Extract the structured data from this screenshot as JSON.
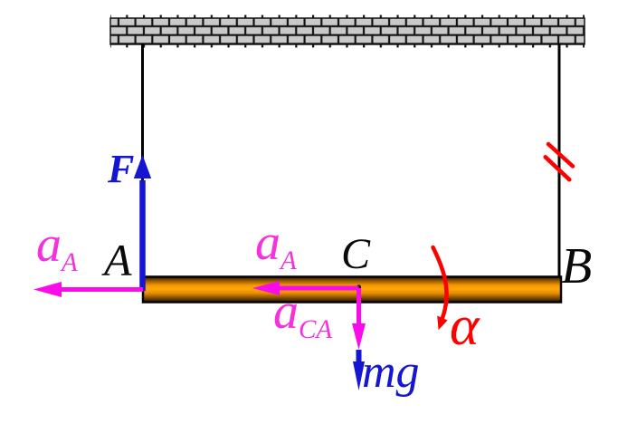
{
  "figure": {
    "description": "Free-body diagram: a uniform rod AB hanging horizontally from a brick ceiling by two vertical strings; the right string is cut (red slash marks); vectors show force F up at A, weight mg down at center C, accelerations a_A (left) at A and C, relative acceleration a_CA down at C, and angular acceleration alpha (red curved arrow) near B side",
    "labels": {
      "force": "F",
      "point_a": "A",
      "point_c": "C",
      "point_b": "B",
      "accel_base": "a",
      "accel_sub_a": "A",
      "accel_sub_ca": "CA",
      "weight": "mg",
      "angular_acceleration": "α"
    },
    "icons": {
      "ceiling": "brick-hatch-ceiling",
      "cut_marks": "double-red-slash-on-string",
      "alpha_arrow": "curved-clockwise-arrow"
    },
    "colors": {
      "background": "#ffffff",
      "outline": "#000000",
      "brick_fill": "#c9c9c9",
      "rod_orange": "#ffa10a",
      "force_blue": "#1616d2",
      "accel_magenta": "#fa0cea",
      "accel_label_magenta": "#f331dd",
      "angular_red": "#ff0000"
    }
  }
}
